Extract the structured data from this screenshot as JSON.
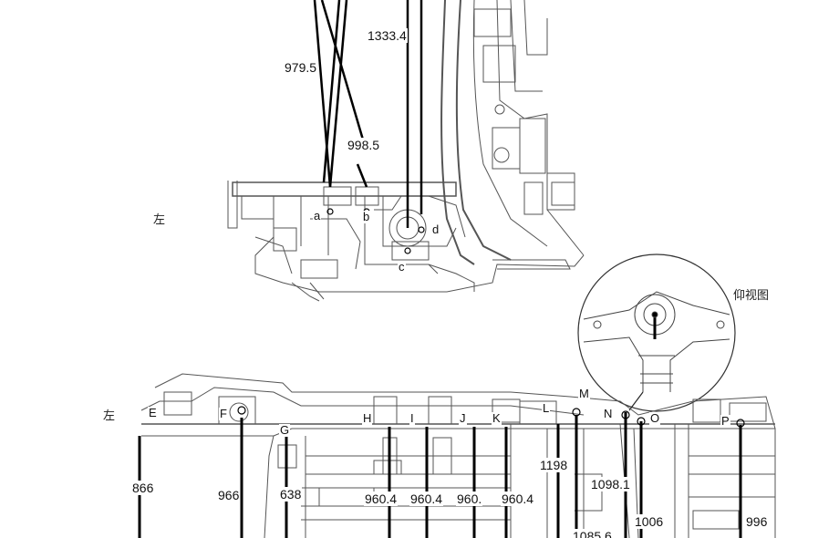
{
  "labels": {
    "side_upper": "左",
    "side_lower": "左",
    "view_caption": "仰视图"
  },
  "dimensions": {
    "d979_5": "979.5",
    "d998_5": "998.5",
    "d1333_4": "1333.4",
    "d866": "866",
    "d966": "966",
    "d638": "638",
    "d960_4_a": "960.4",
    "d960_4_b": "960.4",
    "d960_c": "960.",
    "d960_4_d": "960.4",
    "d1198": "1198",
    "d1098_1": "1098.1",
    "d1085_6": "1085.6",
    "d1006": "1006",
    "d996": "996"
  },
  "points": {
    "a": "a",
    "b": "b",
    "c": "c",
    "d": "d",
    "E": "E",
    "F": "F",
    "G": "G",
    "H": "H",
    "I": "I",
    "J": "J",
    "K": "K",
    "L": "L",
    "M": "M",
    "N": "N",
    "O": "O",
    "P": "P"
  }
}
